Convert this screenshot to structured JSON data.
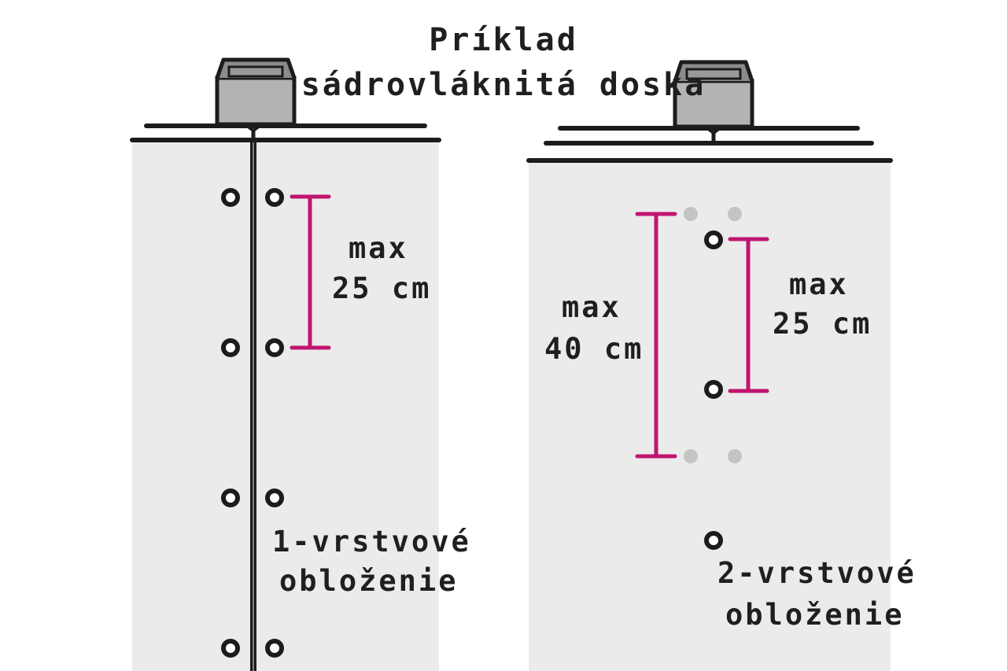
{
  "title": {
    "line1": "Príklad",
    "line2": "sádrovláknitá doska"
  },
  "left_panel": {
    "max_label": "max",
    "max_value": "25 cm",
    "layer_line1": "1-vrstvové",
    "layer_line2": "obloženie"
  },
  "right_panel": {
    "inner_max_label": "max",
    "inner_max_value": "25 cm",
    "outer_max_label": "max",
    "outer_max_value": "40 cm",
    "layer_line1": "2-vrstvové",
    "layer_line2": "obloženie"
  },
  "colors": {
    "board": "#ebebeb",
    "line": "#1c1c1c",
    "dimension": "#c0146f",
    "faint_screw": "#c4c4c4"
  }
}
